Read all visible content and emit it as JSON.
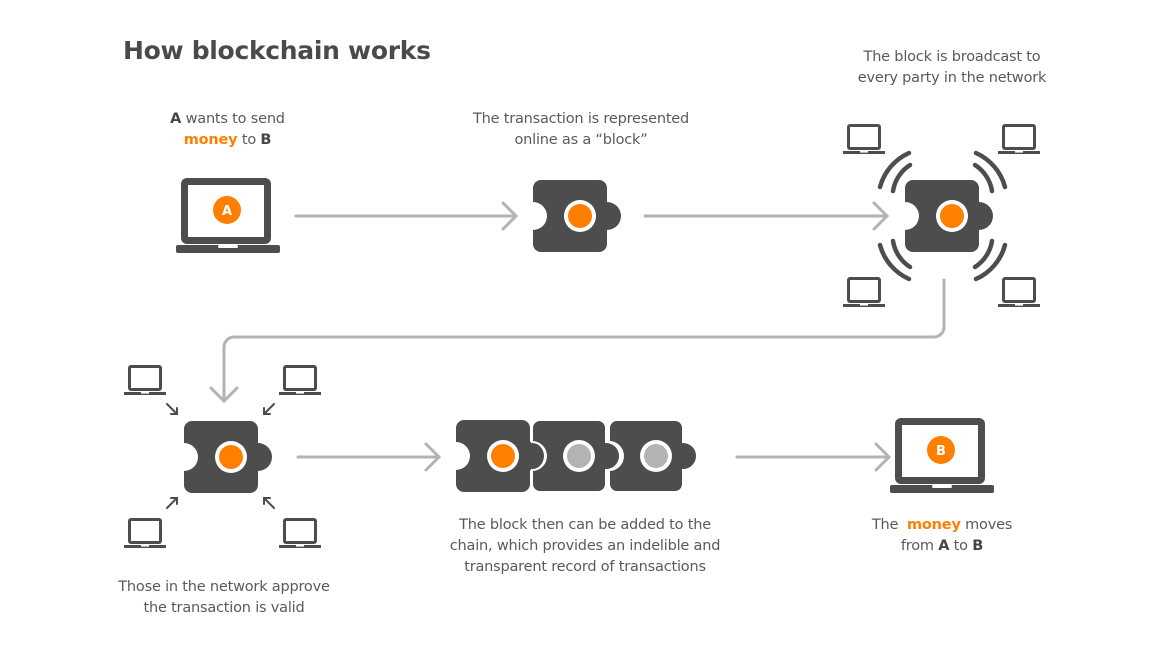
{
  "title": "How blockchain works",
  "colors": {
    "accent": "#ff7f00",
    "block": "#4d4d4d",
    "arrow": "#b3b3b3",
    "chain_inactive": "#b3b3b3",
    "text": "#5a5a5a"
  },
  "steps": [
    {
      "id": "send",
      "caption": {
        "actor": "A",
        "line1_rest": " wants to send",
        "highlight": "money",
        "mid": " to ",
        "target": "B"
      },
      "icon": "laptop-icon",
      "badge": "A"
    },
    {
      "id": "block",
      "caption": {
        "line1": "The transaction is represented",
        "line2": "online as a “block”"
      },
      "icon": "puzzle-block-icon"
    },
    {
      "id": "broadcast",
      "caption": {
        "line1": "The block is broadcast to",
        "line2": "every party in the network"
      },
      "icon": "broadcast-block-icon"
    },
    {
      "id": "approve",
      "caption": {
        "line1": "Those in the network approve",
        "line2": "the transaction is valid"
      },
      "icon": "network-approve-icon"
    },
    {
      "id": "chain",
      "caption": {
        "line1": "The block then can be added to the",
        "line2": "chain, which provides an indelible and",
        "line3": "transparent record of transactions"
      },
      "icon": "blockchain-icon",
      "blocks": [
        {
          "state": "new"
        },
        {
          "state": "existing"
        },
        {
          "state": "existing"
        }
      ]
    },
    {
      "id": "receive",
      "caption": {
        "pre": "The  ",
        "highlight": "money",
        "post": " moves",
        "line2_pre": "from ",
        "from": "A",
        "line2_mid": " to ",
        "to": "B"
      },
      "icon": "laptop-icon",
      "badge": "B"
    }
  ]
}
